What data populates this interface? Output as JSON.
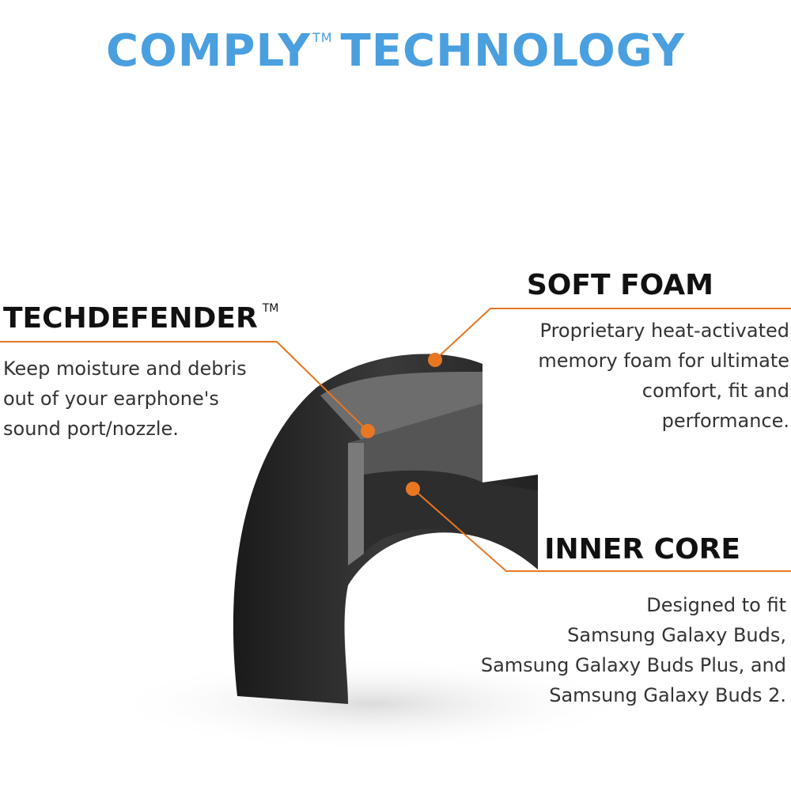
{
  "title": {
    "brand": "COMPLY",
    "tm": "TM",
    "rest": "TECHNOLOGY",
    "color": "#4a9fdf"
  },
  "accent": "#e87722",
  "features": [
    {
      "heading": "TECHDEFENDER",
      "tm": "TM",
      "text": [
        "Keep moisture and debris",
        "out of your earphone's",
        "sound port/nozzle."
      ]
    },
    {
      "heading": "SOFT FOAM",
      "text": [
        "Proprietary heat-activated",
        "memory foam for ultimate",
        "comfort, fit and",
        "performance."
      ]
    },
    {
      "heading": "INNER CORE",
      "text": [
        "Designed to fit",
        "Samsung Galaxy Buds,",
        "Samsung Galaxy Buds Plus, and",
        "Samsung Galaxy Buds 2."
      ]
    }
  ]
}
